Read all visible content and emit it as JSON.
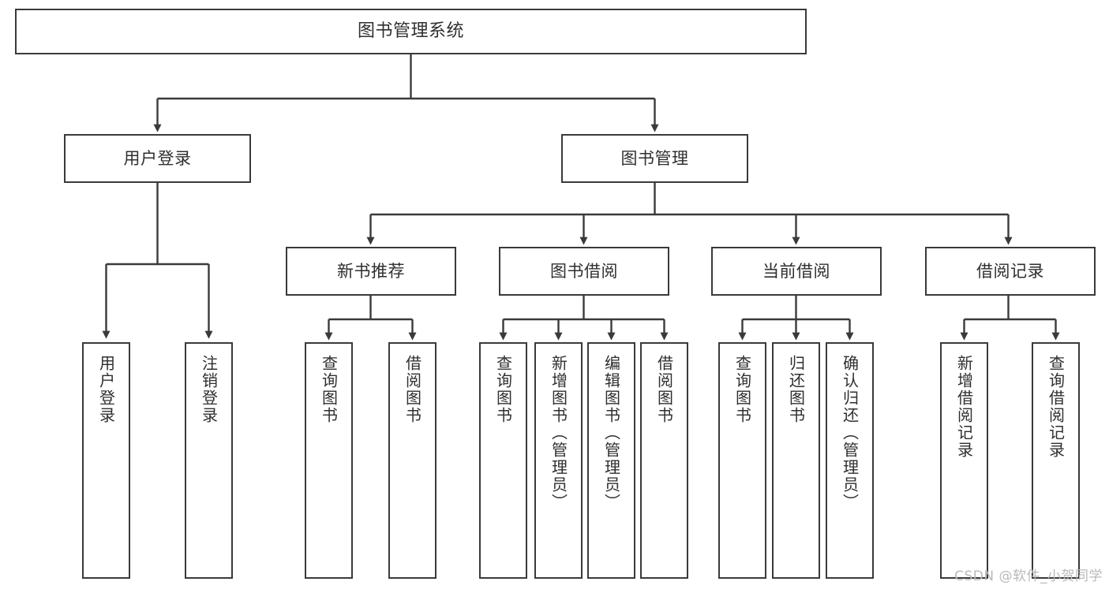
{
  "diagram": {
    "title": "图书管理系统",
    "type": "tree-structure-chart",
    "stroke_color": "#3a3a3a",
    "text_color": "#2f2f2f",
    "background": "#ffffff"
  },
  "nodes": {
    "root": {
      "label": "图书管理系统"
    },
    "level2": [
      {
        "label": "用户登录"
      },
      {
        "label": "图书管理"
      }
    ],
    "level3": [
      {
        "label": "新书推荐"
      },
      {
        "label": "图书借阅"
      },
      {
        "label": "当前借阅"
      },
      {
        "label": "借阅记录"
      }
    ],
    "leaves": {
      "user_login": [
        {
          "label": "用户登录"
        },
        {
          "label": "注销登录"
        }
      ],
      "new_book": [
        {
          "label": "查询图书"
        },
        {
          "label": "借阅图书"
        }
      ],
      "borrow_book": [
        {
          "label": "查询图书"
        },
        {
          "label": "新增图书（管理员）"
        },
        {
          "label": "编辑图书（管理员）"
        },
        {
          "label": "借阅图书"
        }
      ],
      "current_borrow": [
        {
          "label": "查询图书"
        },
        {
          "label": "归还图书"
        },
        {
          "label": "确认归还（管理员）"
        }
      ],
      "borrow_record": [
        {
          "label": "新增借阅记录"
        },
        {
          "label": "查询借阅记录"
        }
      ]
    }
  },
  "watermark": {
    "text": "CSDN @软件_小贺同学"
  }
}
